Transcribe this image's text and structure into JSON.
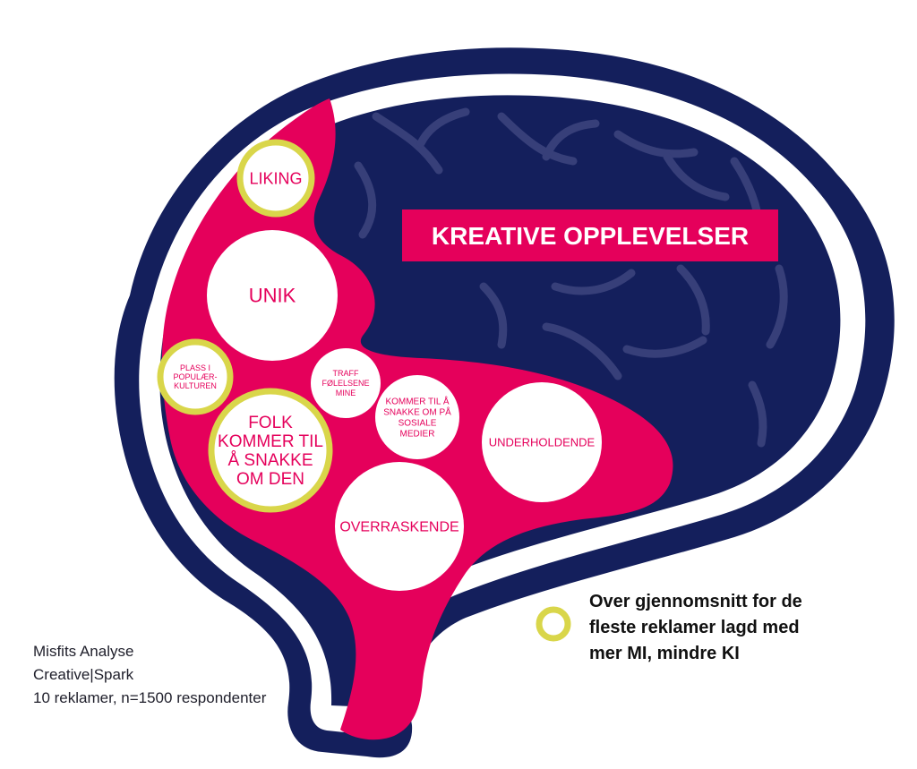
{
  "colors": {
    "navy": "#141f5c",
    "pink": "#e5005b",
    "yellow": "#d9d64a",
    "white": "#ffffff",
    "vein": "#4a5189"
  },
  "banner": {
    "text": "KREATIVE OPPLEVELSER"
  },
  "bubbles": [
    {
      "id": "liking",
      "lines": [
        "LIKING"
      ],
      "highlighted": true
    },
    {
      "id": "unik",
      "lines": [
        "UNIK"
      ],
      "highlighted": false
    },
    {
      "id": "plass-i-populaerkulturen",
      "lines": [
        "PLASS I",
        "POPULÆR-",
        "KULTUREN"
      ],
      "highlighted": true
    },
    {
      "id": "traff-folelsene-mine",
      "lines": [
        "TRAFF",
        "FØLELSENE",
        "MINE"
      ],
      "highlighted": false
    },
    {
      "id": "folk-kommer-til-a-snakke-om-den",
      "lines": [
        "FOLK",
        "KOMMER TIL",
        "Å SNAKKE",
        "OM DEN"
      ],
      "highlighted": true
    },
    {
      "id": "kommer-til-a-snakke-om-pa-sosiale-medier",
      "lines": [
        "KOMMER TIL Å",
        "SNAKKE OM PÅ",
        "SOSIALE",
        "MEDIER"
      ],
      "highlighted": false
    },
    {
      "id": "underholdende",
      "lines": [
        "UNDERHOLDENDE"
      ],
      "highlighted": false
    },
    {
      "id": "overraskende",
      "lines": [
        "OVERRASKENDE"
      ],
      "highlighted": false
    }
  ],
  "legend": {
    "lines": [
      "Over gjennomsnitt for de",
      "fleste reklamer lagd med",
      "mer MI, mindre KI"
    ]
  },
  "source": {
    "line1": "Misfits Analyse",
    "line2": "Creative|Spark",
    "line3": "10 reklamer, n=1500 respondenter"
  }
}
